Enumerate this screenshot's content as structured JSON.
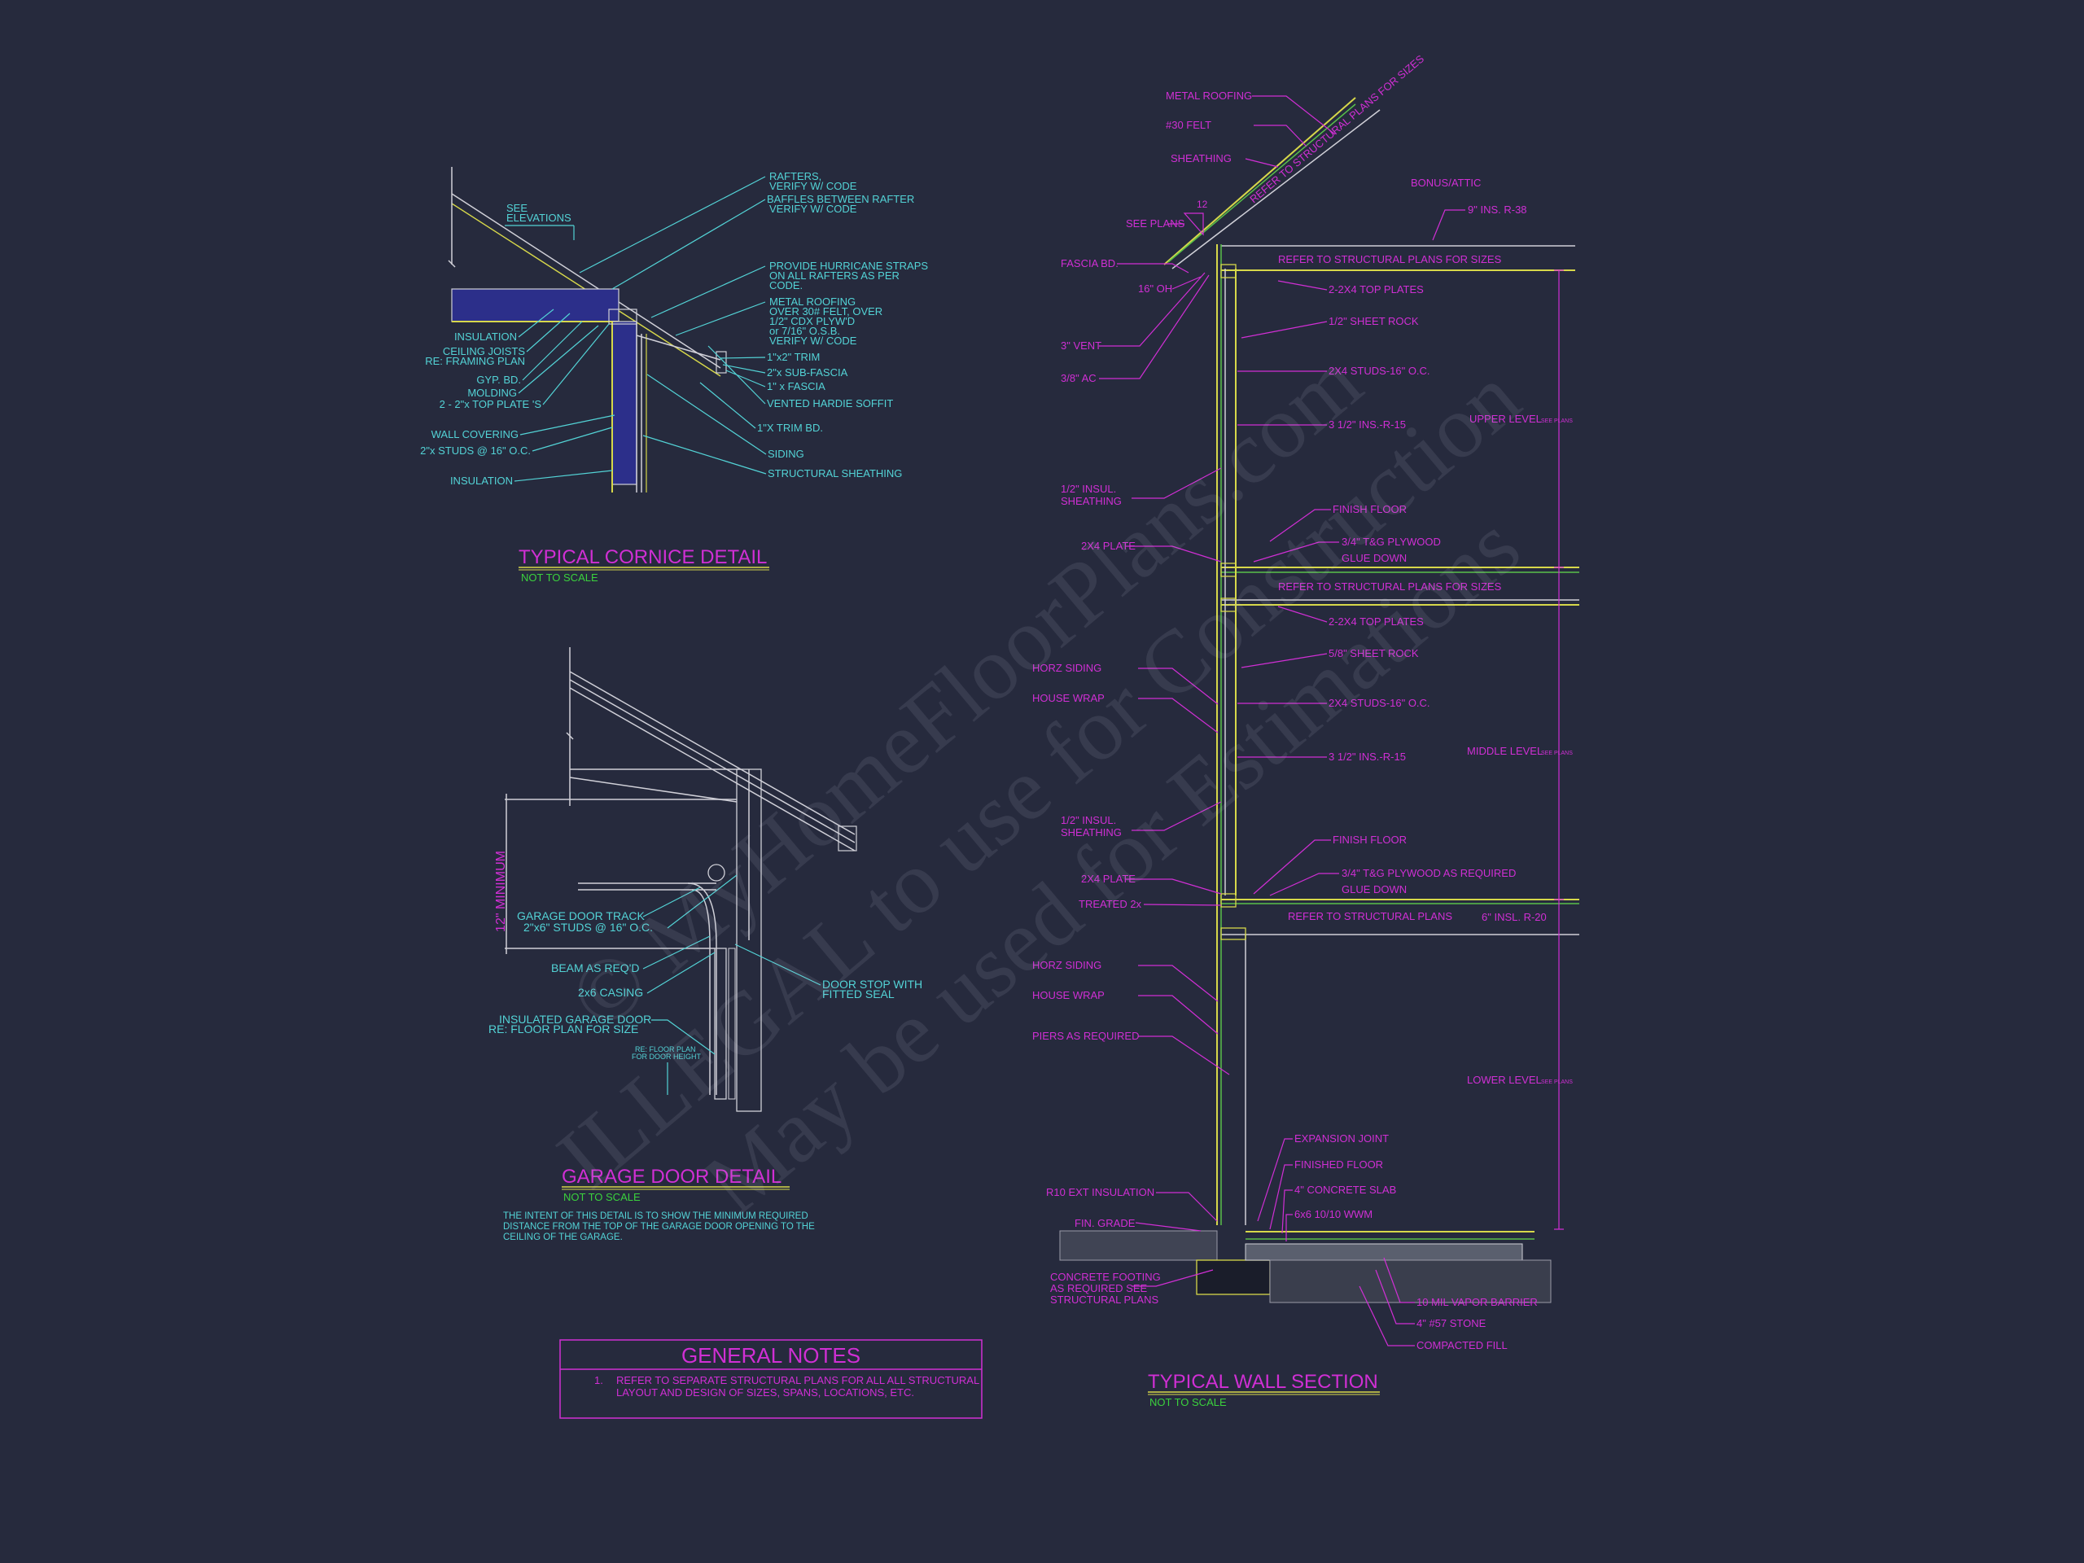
{
  "cornice": {
    "title": "TYPICAL CORNICE DETAIL",
    "scale": "NOT TO SCALE",
    "see_elev_1": "SEE",
    "see_elev_2": "ELEVATIONS",
    "left_labels": [
      "INSULATION",
      "CEILING JOISTS",
      "RE: FRAMING PLAN",
      "GYP. BD.",
      "MOLDING",
      "2 - 2\"x TOP PLATE 'S",
      "WALL COVERING",
      "2\"x STUDS @ 16\" O.C.",
      "INSULATION"
    ],
    "right_labels": [
      "RAFTERS,",
      "VERIFY W/ CODE",
      "BAFFLES BETWEEN RAFTER",
      "VERIFY W/ CODE",
      "PROVIDE HURRICANE STRAPS",
      "ON ALL RAFTERS AS PER",
      "CODE.",
      "METAL ROOFING",
      "OVER 30# FELT, OVER",
      "1/2\" CDX PLYW'D",
      "or 7/16\" O.S.B.",
      "VERIFY W/ CODE",
      "1\"x2\" TRIM",
      "2\"x SUB-FASCIA",
      "1\" x FASCIA",
      "VENTED HARDIE SOFFIT",
      "1\"X TRIM BD.",
      "SIDING",
      "STRUCTURAL SHEATHING"
    ]
  },
  "garage": {
    "title": "GARAGE DOOR DETAIL",
    "scale": "NOT TO SCALE",
    "dim": "12\" MINIMUM",
    "labels": [
      "GARAGE DOOR TRACK",
      "2\"x6\" STUDS @ 16\" O.C.",
      "BEAM AS REQ'D",
      "2x6 CASING",
      "INSULATED GARAGE DOOR",
      "RE: FLOOR PLAN FOR SIZE",
      "RE: FLOOR PLAN",
      "FOR DOOR HEIGHT",
      "DOOR STOP WITH",
      "FITTED SEAL"
    ],
    "note": [
      "THE INTENT OF THIS DETAIL IS TO SHOW THE MINIMUM REQUIRED",
      "DISTANCE FROM THE TOP OF THE GARAGE DOOR OPENING TO THE",
      "CEILING OF THE GARAGE."
    ]
  },
  "notes": {
    "title": "GENERAL NOTES",
    "num": "1.",
    "line1": "REFER TO SEPARATE STRUCTURAL PLANS FOR ALL ALL STRUCTURAL",
    "line2": "LAYOUT AND DESIGN OF SIZES, SPANS, LOCATIONS, ETC."
  },
  "wall": {
    "title": "TYPICAL WALL SECTION",
    "scale": "NOT TO SCALE",
    "roof_text": "REFER TO STRUCTURAL PLANS FOR SIZES",
    "pitch": "12",
    "left_labels": [
      "METAL ROOFING",
      "#30 FELT",
      "SHEATHING",
      "SEE PLANS",
      "FASCIA BD.",
      "16\" OH",
      "3\" VENT",
      "3/8\" AC",
      "1/2\" INSUL.",
      "SHEATHING",
      "2X4 PLATE",
      "HORZ SIDING",
      "HOUSE WRAP",
      "1/2\" INSUL.",
      "SHEATHING",
      "2X4 PLATE",
      "TREATED 2x",
      "HORZ SIDING",
      "HOUSE WRAP",
      "PIERS AS REQUIRED",
      "R10 EXT INSULATION",
      "FIN. GRADE",
      "CONCRETE FOOTING",
      "AS REQUIRED SEE",
      "STRUCTURAL PLANS"
    ],
    "right_labels": [
      "BONUS/ATTIC",
      "9\" INS. R-38",
      "REFER TO STRUCTURAL PLANS FOR SIZES",
      "2-2X4 TOP PLATES",
      "1/2\" SHEET ROCK",
      "2X4 STUDS-16\" O.C.",
      "3 1/2\" INS.-R-15",
      "FINISH FLOOR",
      "3/4\" T&G PLYWOOD",
      "GLUE DOWN",
      "REFER TO STRUCTURAL PLANS FOR SIZES",
      "2-2X4 TOP PLATES",
      "5/8\" SHEET ROCK",
      "2X4 STUDS-16\" O.C.",
      "3 1/2\" INS.-R-15",
      "FINISH FLOOR",
      "3/4\" T&G PLYWOOD AS REQUIRED",
      "GLUE DOWN",
      "REFER TO STRUCTURAL PLANS",
      "6\" INSL. R-20",
      "EXPANSION JOINT",
      "FINISHED FLOOR",
      "4\" CONCRETE SLAB",
      "6x6 10/10 WWM",
      "10 MIL VAPOR BARRIER",
      "4\" #57 STONE",
      "COMPACTED FILL"
    ],
    "levels": [
      "UPPER LEVEL",
      "MIDDLE LEVEL",
      "LOWER LEVEL"
    ],
    "see_plans": "SEE PLANS"
  },
  "watermark": {
    "line1": "© MyHomeFloorPlans.com",
    "line2": "ILLEGAL to use for Construction",
    "line3": "May be used for Estimations"
  },
  "colors": {
    "background": "#262a3d",
    "cyan": "#53d3d6",
    "magenta": "#d02fd4",
    "green": "#3bd13d",
    "yellow": "#d7d84a"
  }
}
